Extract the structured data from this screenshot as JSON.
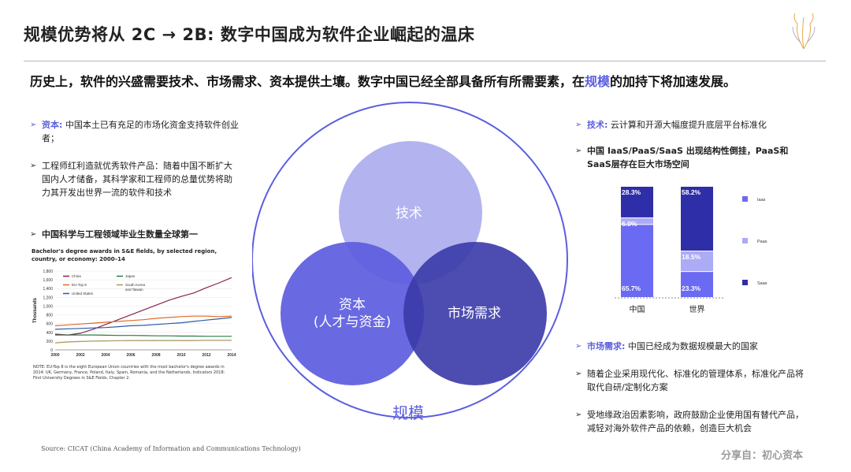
{
  "title": "规模优势将从 2C → 2B: 数字中国成为软件企业崛起的温床",
  "subtitle": {
    "pre": "历史上，软件的兴盛需要技术、市场需求、资本提供土壤。数字中国已经全部具备所有所需要素，在",
    "highlight": "规模",
    "post": "的加持下将加速发展。"
  },
  "left_bullets": [
    {
      "key": "资本:",
      "text": "中国本土已有充足的市场化资金支持软件创业者；"
    },
    {
      "key": "",
      "text": "工程师红利造就优秀软件产品：随着中国不断扩大国内人才储备，其科学家和工程师的总量优势将助力其开发出世界一流的软件和技术"
    },
    {
      "key": "",
      "text": "中国科学与工程领域毕业生数量全球第一"
    }
  ],
  "right_bullets": [
    {
      "key": "技术:",
      "text": "云计算和开源大幅度提升底层平台标准化"
    },
    {
      "key": "",
      "text": "中国 IaaS/PaaS/SaaS 出现结构性倒挂，PaaS和SaaS层存在巨大市场空间"
    },
    {
      "key": "市场需求:",
      "text": "中国已经成为数据规模最大的国家"
    },
    {
      "key": "",
      "text": "随着企业采用现代化、标准化的管理体系，标准化产品将取代自研/定制化方案"
    },
    {
      "key": "",
      "text": "受地缘政治因素影响，政府鼓励企业使用国有替代产品，减轻对海外软件产品的依赖，创造巨大机会"
    }
  ],
  "venn": {
    "top": "技术",
    "left_line1": "资本",
    "left_line2": "(人才与资金)",
    "right": "市场需求",
    "scale": "规模"
  },
  "colors": {
    "accent": "#5b5fdc",
    "circle_top": "#b3b3f0",
    "circle_left": "#5e5ee0",
    "circle_right": "#3a3aa8",
    "iaas": "#6a6af2",
    "paas": "#ababf6",
    "saas": "#2e2ea8"
  },
  "source": "Source: CICAT (China Academy of Information and Communications Technology)",
  "share": "分享自：初心资本",
  "chart_data": [
    {
      "type": "line",
      "title": "Bachelor's degree awards in S&E fields, by selected region, country, or economy: 2000–14",
      "ylabel": "Thousands",
      "xlabel": "",
      "x": [
        2000,
        2001,
        2002,
        2003,
        2004,
        2005,
        2006,
        2007,
        2008,
        2009,
        2010,
        2011,
        2012,
        2013,
        2014
      ],
      "x_ticks": [
        "2000",
        "2002",
        "2004",
        "2006",
        "2008",
        "2010",
        "2012",
        "2014"
      ],
      "y_ticks": [
        "0",
        "200",
        "400",
        "600",
        "800",
        "1,000",
        "1,200",
        "1,400",
        "1,600",
        "1,800"
      ],
      "ylim": [
        0,
        1800
      ],
      "series": [
        {
          "name": "China",
          "color": "#8b2252",
          "values": [
            360,
            340,
            380,
            470,
            580,
            690,
            800,
            910,
            1020,
            1130,
            1220,
            1300,
            1420,
            1530,
            1650
          ]
        },
        {
          "name": "EU-Top 8",
          "color": "#e06a2a",
          "values": [
            550,
            570,
            590,
            610,
            630,
            650,
            670,
            690,
            720,
            740,
            760,
            770,
            770,
            760,
            770
          ]
        },
        {
          "name": "United States",
          "color": "#2a5aa8",
          "values": [
            470,
            480,
            490,
            500,
            510,
            530,
            550,
            560,
            580,
            600,
            620,
            650,
            680,
            710,
            740
          ]
        },
        {
          "name": "Japan",
          "color": "#2a7a4a",
          "values": [
            340,
            340,
            340,
            340,
            335,
            330,
            330,
            325,
            320,
            320,
            315,
            315,
            310,
            310,
            310
          ]
        },
        {
          "name": "South Korea and Taiwan",
          "color": "#a89a5a",
          "values": [
            160,
            180,
            190,
            200,
            205,
            210,
            215,
            215,
            215,
            215,
            215,
            215,
            220,
            220,
            220
          ]
        }
      ],
      "legend": [
        {
          "name": "China",
          "color": "#8b2252"
        },
        {
          "name": "Japan",
          "color": "#2a7a4a"
        },
        {
          "name": "EU-Top 8",
          "color": "#e06a2a"
        },
        {
          "name": "South Korea and Taiwan",
          "color": "#a89a5a"
        },
        {
          "name": "United States",
          "color": "#2a5aa8"
        }
      ],
      "note": "NOTE: EU-Top 8 is the eight European Union countries with the most bachelor's degree awards in 2014: UK, Germany, France, Poland, Italy, Spain, Romania, and the Netherlands. Indicators 2018: First University Degrees in S&E Fields, Chapter 2."
    },
    {
      "type": "bar",
      "stacked": true,
      "categories": [
        "中国",
        "世界"
      ],
      "series": [
        {
          "name": "Iaas",
          "values": [
            65.7,
            23.3
          ]
        },
        {
          "name": "Paas",
          "values": [
            6.0,
            18.5
          ]
        },
        {
          "name": "Saas",
          "values": [
            28.3,
            58.2
          ]
        }
      ],
      "data_labels": {
        "中国": [
          "65.7%",
          "6.0%",
          "28.3%"
        ],
        "世界": [
          "23.3%",
          "18.5%",
          "58.2%"
        ]
      },
      "ylim": [
        0,
        100
      ],
      "legend": "right"
    }
  ]
}
